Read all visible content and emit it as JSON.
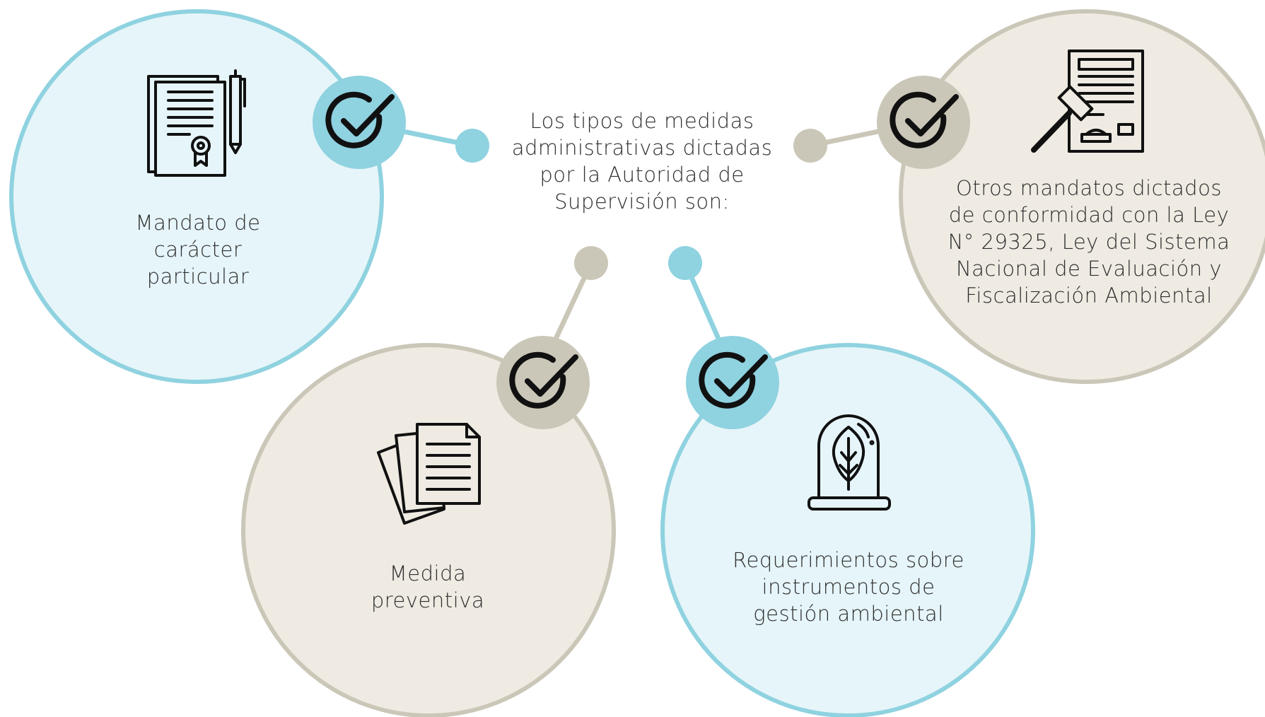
{
  "center_text": "Los tipos de medidas\nadministrativas dictadas\npor la Autoridad de\nSupervisión son:",
  "items": [
    {
      "label": "Mandato de\ncarácter\nparticular",
      "theme": "blue",
      "icon": "signed-document-pen-icon"
    },
    {
      "label": "Otros mandatos dictados\nde conformidad con la Ley\nN° 29325, Ley del Sistema\nNacional de Evaluación y\nFiscalización Ambiental",
      "theme": "beige",
      "icon": "gavel-document-icon"
    },
    {
      "label": "Medida\npreventiva",
      "theme": "beige",
      "icon": "stacked-documents-icon"
    },
    {
      "label": "Requerimientos sobre\ninstrumentos de\ngestión ambiental",
      "theme": "blue",
      "icon": "leaf-bell-jar-icon"
    }
  ],
  "colors": {
    "blue_fill": "#e6f5f9",
    "blue_stroke": "#8fd2e0",
    "beige_fill": "#efebe3",
    "beige_stroke": "#cbc7b8",
    "icon": "#111111"
  },
  "check_icon": "check-circle-icon"
}
